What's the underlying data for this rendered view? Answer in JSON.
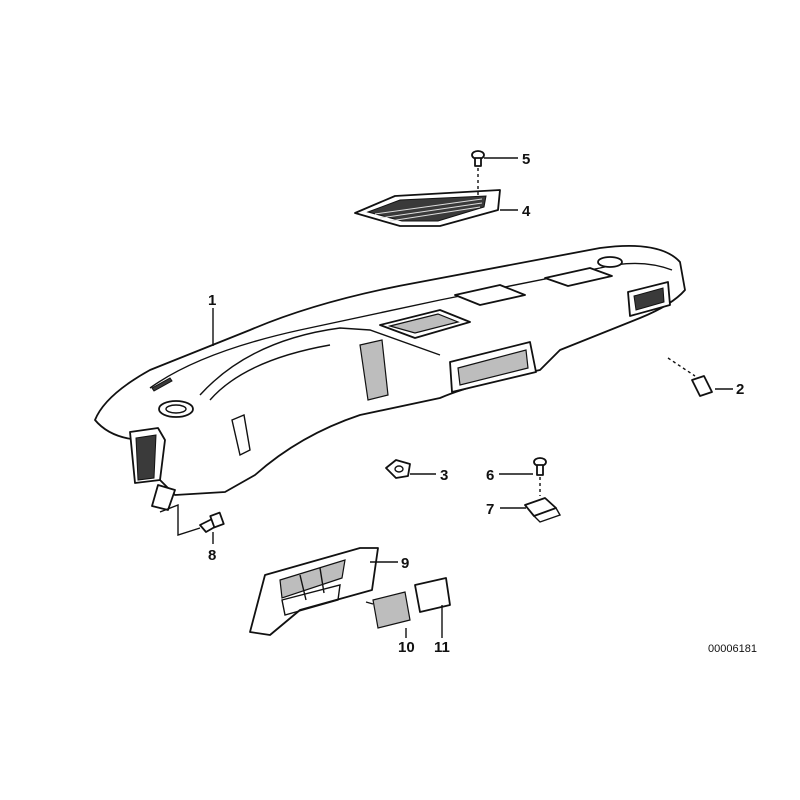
{
  "callouts": [
    {
      "id": "1",
      "label": "1"
    },
    {
      "id": "2",
      "label": "2"
    },
    {
      "id": "3",
      "label": "3"
    },
    {
      "id": "4",
      "label": "4"
    },
    {
      "id": "5",
      "label": "5"
    },
    {
      "id": "6",
      "label": "6"
    },
    {
      "id": "7",
      "label": "7"
    },
    {
      "id": "8",
      "label": "8"
    },
    {
      "id": "9",
      "label": "9"
    },
    {
      "id": "10",
      "label": "10"
    },
    {
      "id": "11",
      "label": "11"
    }
  ],
  "reference_number": "00006181"
}
